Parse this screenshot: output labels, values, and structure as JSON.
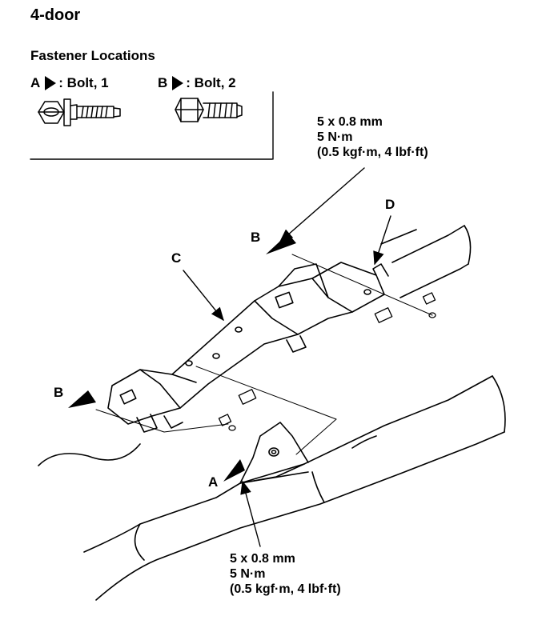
{
  "title": "4-door",
  "fastener_heading": "Fastener Locations",
  "legend": [
    {
      "letter": "A",
      "text": ": Bolt, 1",
      "icon": "flange-bolt-icon"
    },
    {
      "letter": "B",
      "text": ": Bolt, 2",
      "icon": "hex-bolt-icon"
    }
  ],
  "torque_spec_top": {
    "size": "5 x 0.8 mm",
    "torque": "5 N·m",
    "alt": "(0.5 kgf·m, 4 lbf·ft)"
  },
  "torque_spec_bottom": {
    "size": "5 x 0.8 mm",
    "torque": "5 N·m",
    "alt": "(0.5 kgf·m, 4 lbf·ft)"
  },
  "callouts": {
    "b_upper": "B",
    "d": "D",
    "c": "C",
    "b_lower": "B",
    "a": "A"
  },
  "colors": {
    "ink": "#000000",
    "paper": "#ffffff"
  }
}
